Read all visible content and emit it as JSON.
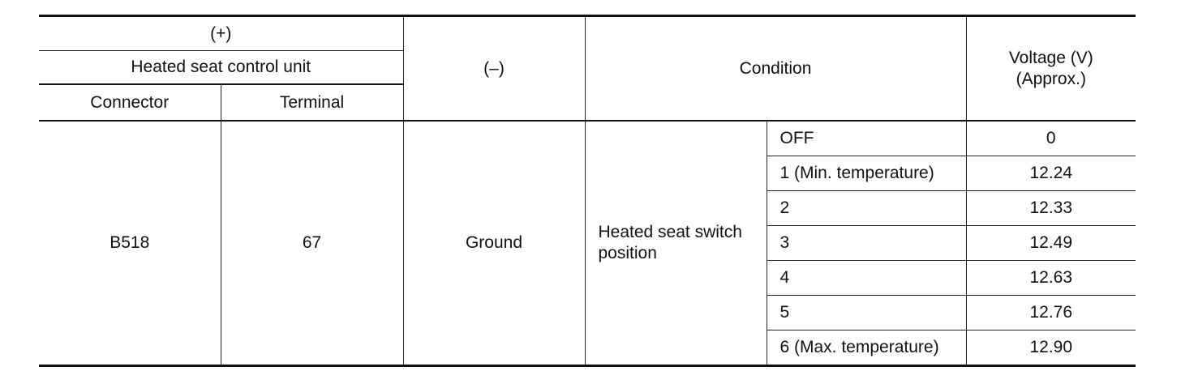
{
  "header": {
    "plus": "(+)",
    "unit": "Heated seat control unit",
    "connector": "Connector",
    "terminal": "Terminal",
    "minus": "(–)",
    "condition": "Condition",
    "voltage_line1": "Voltage (V)",
    "voltage_line2": "(Approx.)"
  },
  "row": {
    "connector": "B518",
    "terminal": "67",
    "minus": "Ground",
    "condition_line1": "Heated seat switch",
    "condition_line2": "position"
  },
  "positions": [
    {
      "label": "OFF",
      "voltage": "0"
    },
    {
      "label": "1 (Min. temperature)",
      "voltage": "12.24"
    },
    {
      "label": "2",
      "voltage": "12.33"
    },
    {
      "label": "3",
      "voltage": "12.49"
    },
    {
      "label": "4",
      "voltage": "12.63"
    },
    {
      "label": "5",
      "voltage": "12.76"
    },
    {
      "label": "6 (Max. temperature)",
      "voltage": "12.90"
    }
  ]
}
